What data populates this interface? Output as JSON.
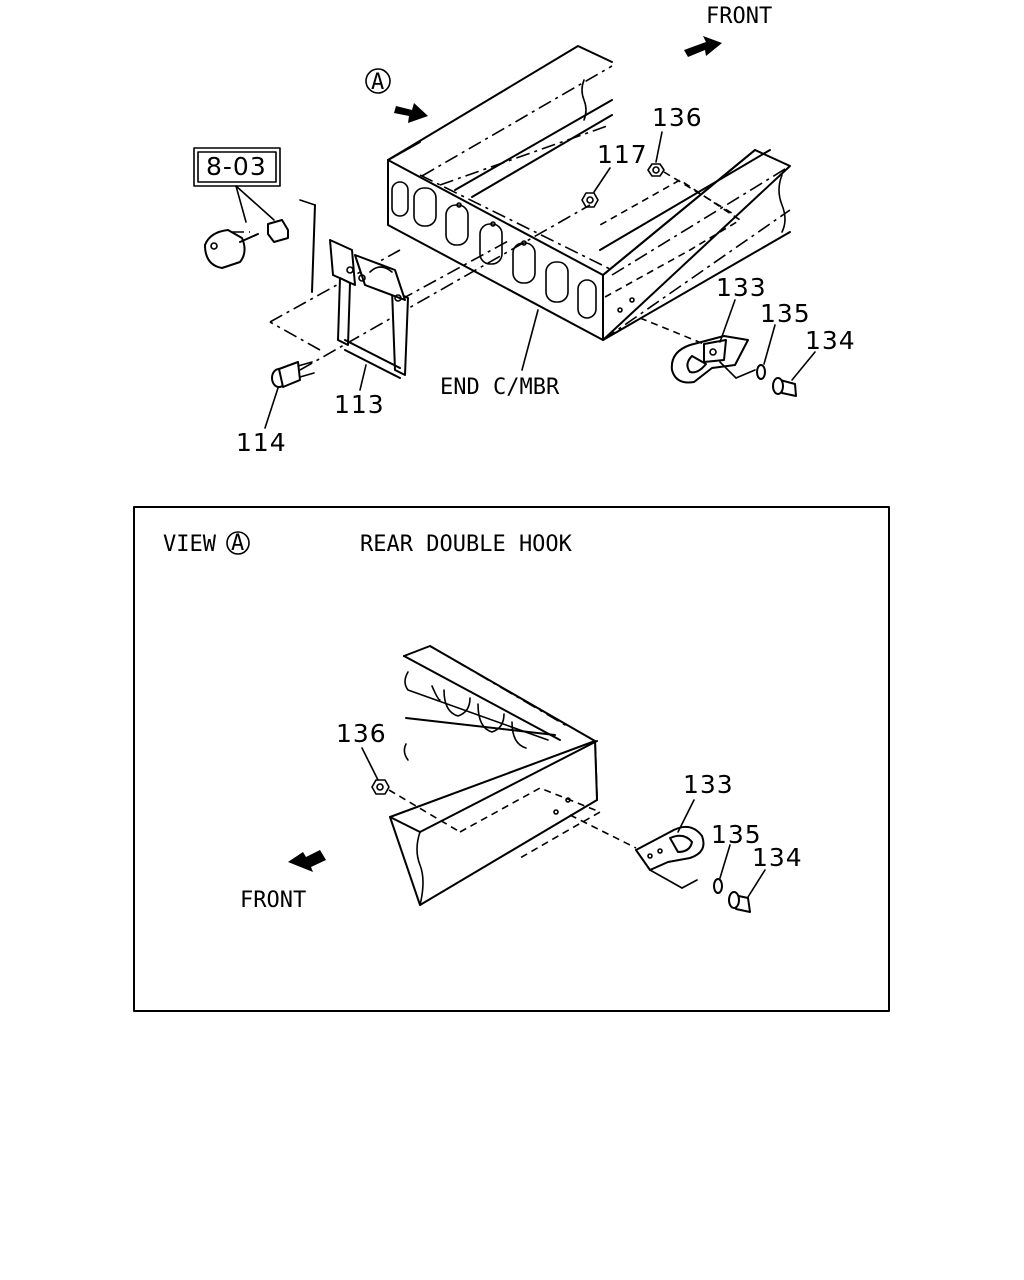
{
  "top_view": {
    "front_label": "FRONT",
    "view_marker": "A",
    "ref_box": "8-03",
    "member_label": "END C/MBR",
    "parts": {
      "p136": "136",
      "p117": "117",
      "p133": "133",
      "p135": "135",
      "p134": "134",
      "p113": "113",
      "p114": "114"
    }
  },
  "detail_view": {
    "view_label": "VIEW",
    "view_marker": "A",
    "title": "REAR DOUBLE HOOK",
    "front_label": "FRONT",
    "parts": {
      "p136": "136",
      "p133": "133",
      "p135": "135",
      "p134": "134"
    }
  }
}
